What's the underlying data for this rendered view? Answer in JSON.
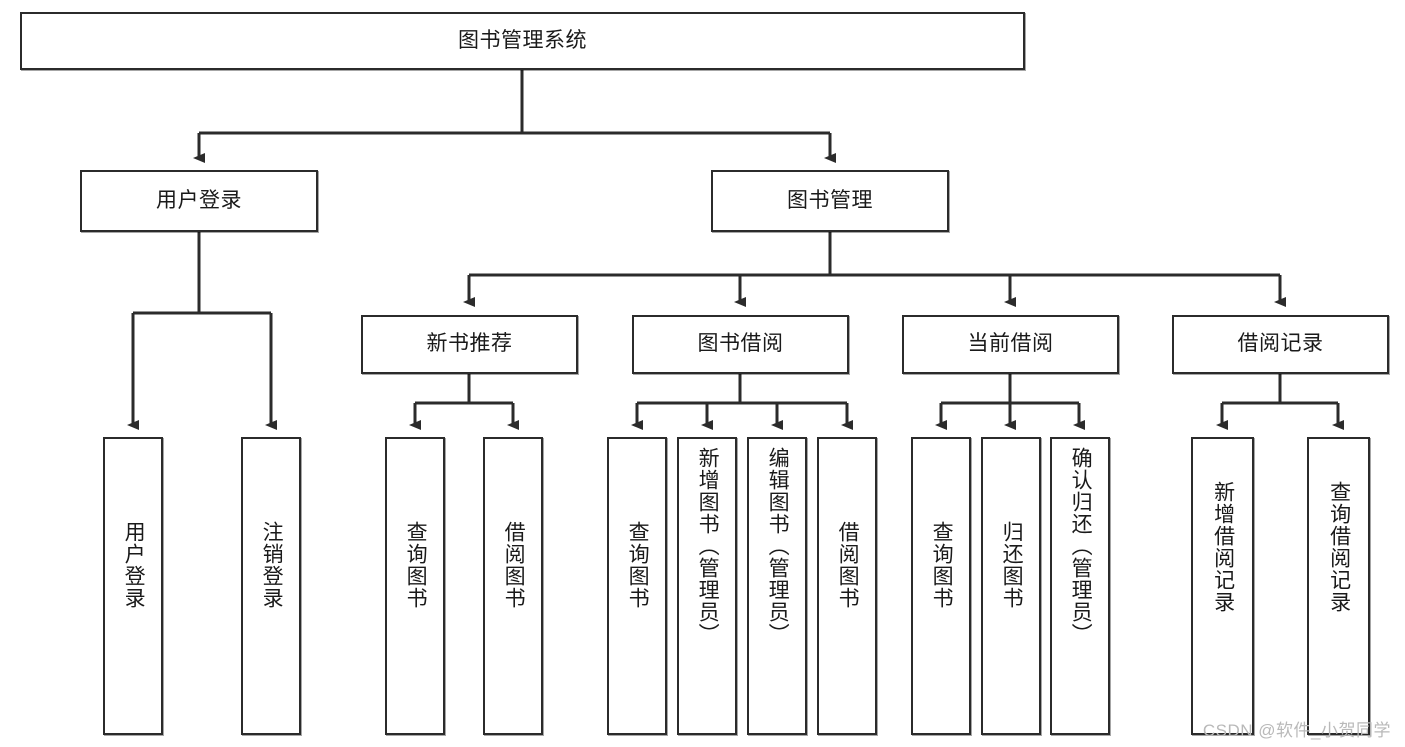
{
  "diagram": {
    "title_node": {
      "label": "图书管理系统"
    },
    "level2": [
      {
        "label": "用户登录"
      },
      {
        "label": "图书管理"
      }
    ],
    "level3": [
      {
        "label": "新书推荐"
      },
      {
        "label": "图书借阅"
      },
      {
        "label": "当前借阅"
      },
      {
        "label": "借阅记录"
      }
    ],
    "leaves": {
      "user_login": [
        {
          "label": "用户登录"
        },
        {
          "label": "注销登录"
        }
      ],
      "new_book_recommend": [
        {
          "label": "查询图书"
        },
        {
          "label": "借阅图书"
        }
      ],
      "book_borrow": [
        {
          "label": "查询图书"
        },
        {
          "label": "新增图书（管理员）"
        },
        {
          "label": "编辑图书（管理员）"
        },
        {
          "label": "借阅图书"
        }
      ],
      "current_borrow": [
        {
          "label": "查询图书"
        },
        {
          "label": "归还图书"
        },
        {
          "label": "确认归还（管理员）"
        }
      ],
      "borrow_record": [
        {
          "label": "新增借阅记录"
        },
        {
          "label": "查询借阅记录"
        }
      ]
    }
  },
  "watermark": {
    "text": "CSDN @软件_小贺同学"
  },
  "colors": {
    "stroke": "#2b2b2b",
    "fill": "#ffffff",
    "text": "#1a1a1a",
    "watermark": "#b9b9b9"
  }
}
